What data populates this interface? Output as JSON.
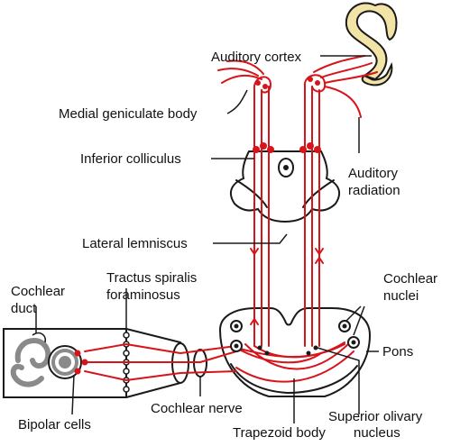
{
  "labels": {
    "auditory_cortex": "Auditory cortex",
    "medial_geniculate_body": "Medial geniculate body",
    "inferior_colliculus": "Inferior colliculus",
    "auditory_radiation_line1": "Auditory",
    "auditory_radiation_line2": "radiation",
    "lateral_lemniscus": "Lateral lemniscus",
    "cochlear_duct_line1": "Cochlear",
    "cochlear_duct_line2": "duct",
    "tractus_line1": "Tractus spiralis",
    "tractus_line2": "foraminosus",
    "cochlear_nuclei_line1": "Cochlear",
    "cochlear_nuclei_line2": "nuclei",
    "pons": "Pons",
    "bipolar_cells": "Bipolar cells",
    "cochlear_nerve": "Cochlear nerve",
    "trapezoid_body": "Trapezoid body",
    "superior_olivary_line1": "Superior olivary",
    "superior_olivary_line2": "nucleus"
  },
  "colors": {
    "pathway": "#d7141a",
    "cortex": "#f2e3a6",
    "outline": "#1a1a1a",
    "cochlea": "#8a8a8a"
  }
}
